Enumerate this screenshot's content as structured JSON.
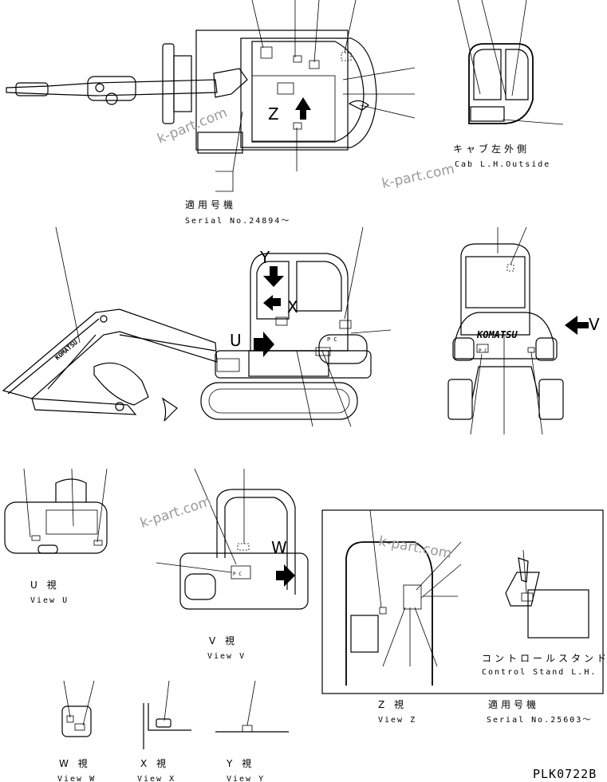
{
  "labels": {
    "cab_lh_outside_jp": "キャブ左外側",
    "cab_lh_outside_en": "Cab L.H.Outside",
    "serial_top_jp": "適用号機",
    "serial_top_en": "Serial No.24894～",
    "letter_y": "Y",
    "letter_x": "X",
    "letter_u": "U",
    "letter_z": "Z",
    "letter_v": "V",
    "letter_w": "W",
    "brand_side": "KOMATSU",
    "brand_rear": "KOMATSU",
    "view_u_jp": "U 視",
    "view_u_en": "View U",
    "view_v_jp": "V 視",
    "view_v_en": "View V",
    "view_z_jp": "Z 視",
    "view_z_en": "View Z",
    "view_w_jp": "W 視",
    "view_w_en": "View W",
    "view_x_jp": "X 視",
    "view_x_en": "View X",
    "view_y_jp": "Y 視",
    "view_y_en": "View Y",
    "control_stand_jp": "コントロールスタンド 左",
    "control_stand_en": "Control Stand L.H.",
    "serial_bottom_jp": "適用号機",
    "serial_bottom_en": "Serial No.25603～",
    "plate_pc": "P C",
    "drawing_code": "PLK0722B"
  },
  "watermarks": [
    "k-part.com",
    "k-part.com",
    "k-part.com",
    "k-part.com"
  ]
}
